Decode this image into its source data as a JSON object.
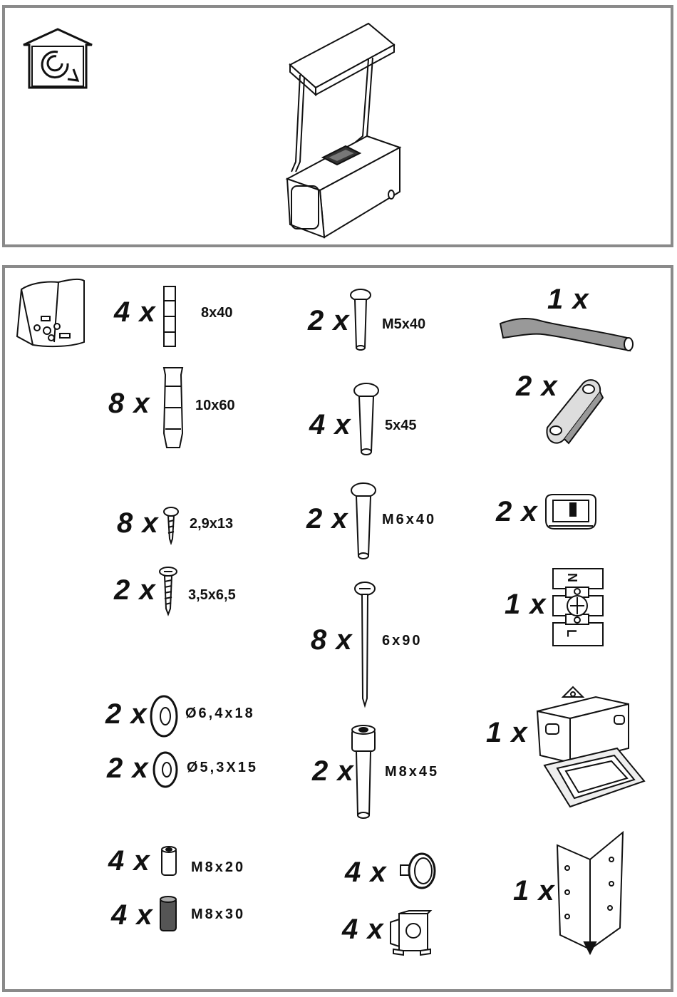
{
  "icons": {
    "top_left": "indoor-recirculation-house-icon",
    "product": "cooker-hood-illustration"
  },
  "parts": [
    {
      "id": "bag",
      "icon": "accessory-bag-icon"
    },
    {
      "id": "plug-8x40",
      "qty": "4 x",
      "size": "8x40",
      "icon": "wall-plug-icon"
    },
    {
      "id": "plug-10x60",
      "qty": "8 x",
      "size": "10x60",
      "icon": "wall-plug-icon"
    },
    {
      "id": "screw-2-9x13",
      "qty": "8 x",
      "size": "2,9x13",
      "icon": "self-tapping-screw-icon"
    },
    {
      "id": "screw-3-5x6-5",
      "qty": "2 x",
      "size": "3,5x6,5",
      "icon": "self-tapping-screw-icon"
    },
    {
      "id": "washer-6-4x18",
      "qty": "2 x",
      "size": "Ø6,4x18",
      "icon": "washer-icon"
    },
    {
      "id": "washer-5-3x15",
      "qty": "2 x",
      "size": "Ø5,3X15",
      "icon": "washer-icon"
    },
    {
      "id": "spacer-m8x20",
      "qty": "4 x",
      "size": "M8x20",
      "icon": "spacer-sleeve-icon"
    },
    {
      "id": "spacer-m8x30",
      "qty": "4 x",
      "size": "M8x30",
      "icon": "spacer-sleeve-dark-icon"
    },
    {
      "id": "bolt-m5x40",
      "qty": "2 x",
      "size": "M5x40",
      "icon": "bolt-icon"
    },
    {
      "id": "bolt-5x45",
      "qty": "4 x",
      "size": "5x45",
      "icon": "bolt-icon"
    },
    {
      "id": "bolt-m6x40",
      "qty": "2 x",
      "size": "M6x40",
      "icon": "bolt-icon"
    },
    {
      "id": "rod-6x90",
      "qty": "8 x",
      "size": "6x90",
      "icon": "long-screw-icon"
    },
    {
      "id": "socket-m8x45",
      "qty": "2 x",
      "size": "M8x45",
      "icon": "socket-cap-screw-icon"
    },
    {
      "id": "knob",
      "qty": "4 x",
      "icon": "knob-icon"
    },
    {
      "id": "cage-nut",
      "qty": "4 x",
      "icon": "cage-nut-icon"
    },
    {
      "id": "hose",
      "qty": "1 x",
      "icon": "hose-icon"
    },
    {
      "id": "link-bracket",
      "qty": "2 x",
      "icon": "link-bracket-icon"
    },
    {
      "id": "clip",
      "qty": "2 x",
      "icon": "clip-icon"
    },
    {
      "id": "terminal-block",
      "qty": "1 x",
      "icon": "terminal-block-icon",
      "labels": [
        "N",
        "L"
      ]
    },
    {
      "id": "junction-box",
      "qty": "1 x",
      "icon": "junction-box-icon"
    },
    {
      "id": "corner-bracket",
      "qty": "1 x",
      "icon": "corner-bracket-icon"
    }
  ]
}
